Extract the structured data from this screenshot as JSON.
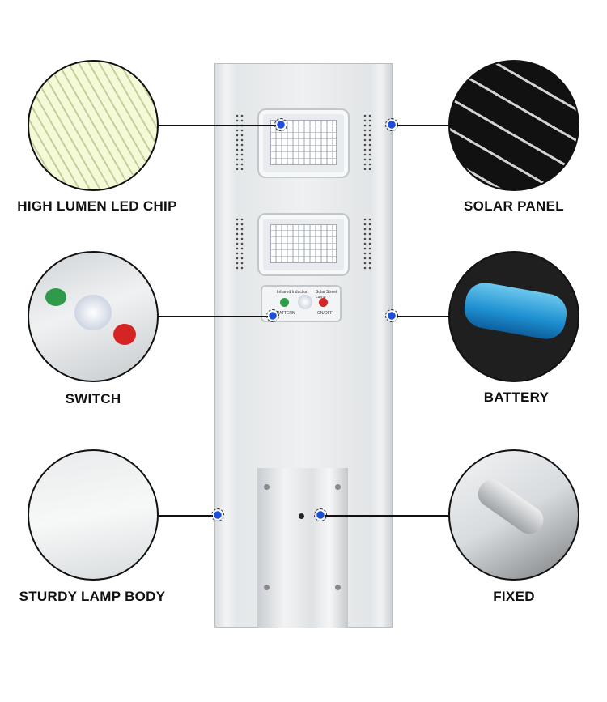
{
  "features": [
    {
      "label": "HIGH LUMEN LED CHIP",
      "side": "left"
    },
    {
      "label": "SOLAR PANEL",
      "side": "right"
    },
    {
      "label": "SWITCH",
      "side": "left"
    },
    {
      "label": "BATTERY",
      "side": "right"
    },
    {
      "label": "STURDY LAMP BODY",
      "side": "left"
    },
    {
      "label": "FIXED",
      "side": "right"
    }
  ],
  "switch_panel": {
    "sensor": "Infrared Induction",
    "pattern": "PATTERN",
    "product": "Solar Street Lamp",
    "power": "ON/OFF"
  },
  "colors": {
    "marker": "#1e4fd8",
    "pattern_button": "#2f9a4a",
    "power_button": "#d42424"
  }
}
